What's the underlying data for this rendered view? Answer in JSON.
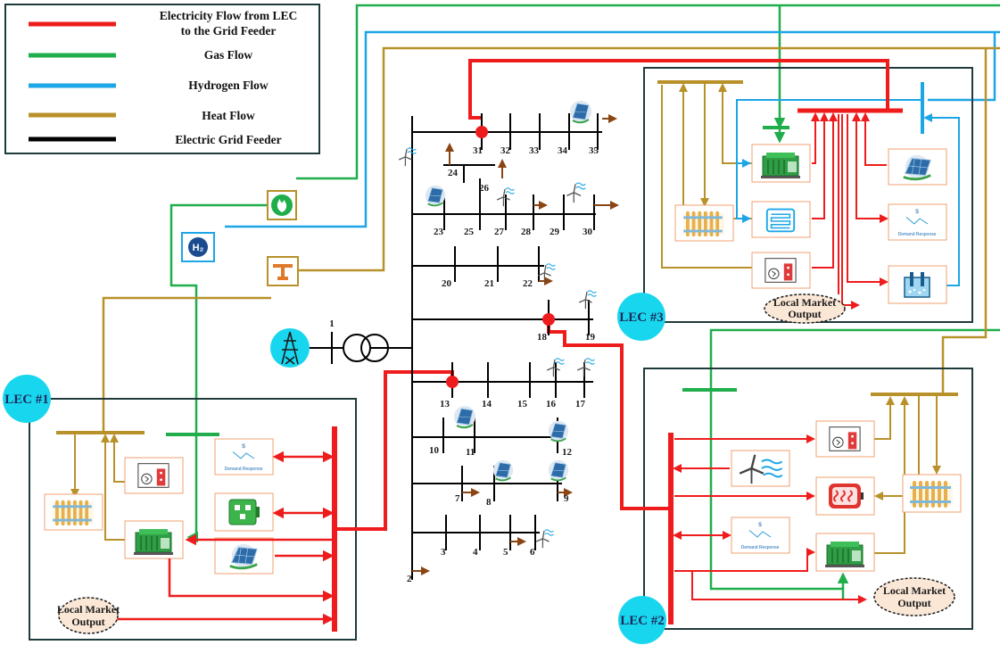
{
  "legend": {
    "items": [
      {
        "label_lines": [
          "Electricity Flow from LEC",
          "to the Grid Feeder"
        ],
        "color": "#ee1c1c"
      },
      {
        "label_lines": [
          "Gas Flow"
        ],
        "color": "#1fae4b"
      },
      {
        "label_lines": [
          "Hydrogen Flow"
        ],
        "color": "#1ca6e6"
      },
      {
        "label_lines": [
          "Heat Flow"
        ],
        "color": "#b8912a"
      },
      {
        "label_lines": [
          "Electric Grid Feeder"
        ],
        "color": "#000000"
      }
    ]
  },
  "lecs": {
    "lec1": {
      "label": "LEC #1"
    },
    "lec2": {
      "label": "LEC #2"
    },
    "lec3": {
      "label": "LEC #3"
    }
  },
  "local_market_output": {
    "line1": "Local Market",
    "line2": "Output"
  },
  "demand_response": {
    "label": "Demand Response",
    "symbol": "$"
  },
  "hydrogen_symbol": "H₂",
  "grid": {
    "source_bus": "1"
  },
  "bus_numbers": [
    "2",
    "3",
    "4",
    "5",
    "6",
    "7",
    "8",
    "9",
    "10",
    "11",
    "12",
    "13",
    "14",
    "15",
    "16",
    "17",
    "18",
    "19",
    "20",
    "21",
    "22",
    "23",
    "24",
    "25",
    "26",
    "27",
    "28",
    "29",
    "30",
    "31",
    "32",
    "33",
    "34",
    "35"
  ],
  "colors": {
    "electricity": "#ee1c1c",
    "gas": "#1fae4b",
    "hydrogen": "#1ca6e6",
    "heat": "#b8912a",
    "feeder": "#000000",
    "lec_badge": "#19d6ef",
    "lec_frame": "#1f3a3a",
    "component_border": "#f0a070",
    "load_arrow": "#8b4513",
    "lmo_fill": "#fbe7d6"
  }
}
